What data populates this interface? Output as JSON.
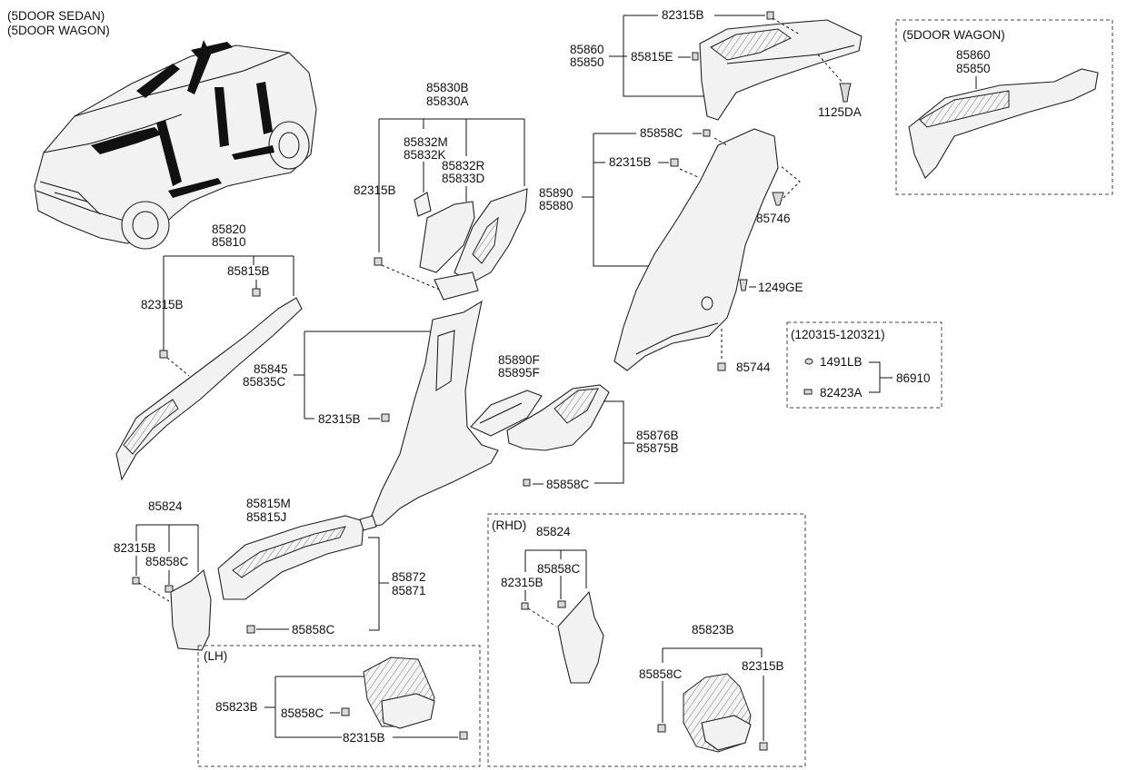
{
  "header": {
    "line1": "(5DOOR SEDAN)",
    "line2": "(5DOOR WAGON)"
  },
  "boxes": {
    "wagon": "(5DOOR WAGON)",
    "date_range": "(120315-120321)",
    "lh": "(LH)",
    "rhd": "(RHD)"
  },
  "labels": {
    "p82315B_top": "82315B",
    "p85860": "85860",
    "p85850": "85850",
    "p85815E": "85815E",
    "p1125DA": "1125DA",
    "w85860": "85860",
    "w85850": "85850",
    "p85830B": "85830B",
    "p85830A": "85830A",
    "p85832M": "85832M",
    "p85832K": "85832K",
    "p85832R": "85832R",
    "p85833D": "85833D",
    "p82315B_b": "82315B",
    "p85858C_top": "85858C",
    "p82315B_c": "82315B",
    "p85890": "85890",
    "p85880": "85880",
    "p85746": "85746",
    "p1249GE": "1249GE",
    "p85744": "85744",
    "p1491LB": "1491LB",
    "p82423A": "82423A",
    "p86910": "86910",
    "p85820": "85820",
    "p85810": "85810",
    "p85815B": "85815B",
    "p82315B_d": "82315B",
    "p85845": "85845",
    "p85835C": "85835C",
    "p82315B_e": "82315B",
    "p85890F": "85890F",
    "p85895F": "85895F",
    "p85876B": "85876B",
    "p85875B": "85875B",
    "p85858C_mid": "85858C",
    "p85824": "85824",
    "p82315B_f": "82315B",
    "p85858C_f": "85858C",
    "p85815M": "85815M",
    "p85815J": "85815J",
    "p85872": "85872",
    "p85871": "85871",
    "p85858C_g": "85858C",
    "lh85823B": "85823B",
    "lh85858C": "85858C",
    "lh82315B": "82315B",
    "rhd85824": "85824",
    "rhd85858C": "85858C",
    "rhd82315B": "82315B",
    "rhd85823B": "85823B",
    "rhd85858C_b": "85858C",
    "rhd82315B_b": "82315B"
  },
  "icons": [
    "car-icon",
    "clip-icon",
    "screw-icon",
    "trim-panel-icon"
  ]
}
